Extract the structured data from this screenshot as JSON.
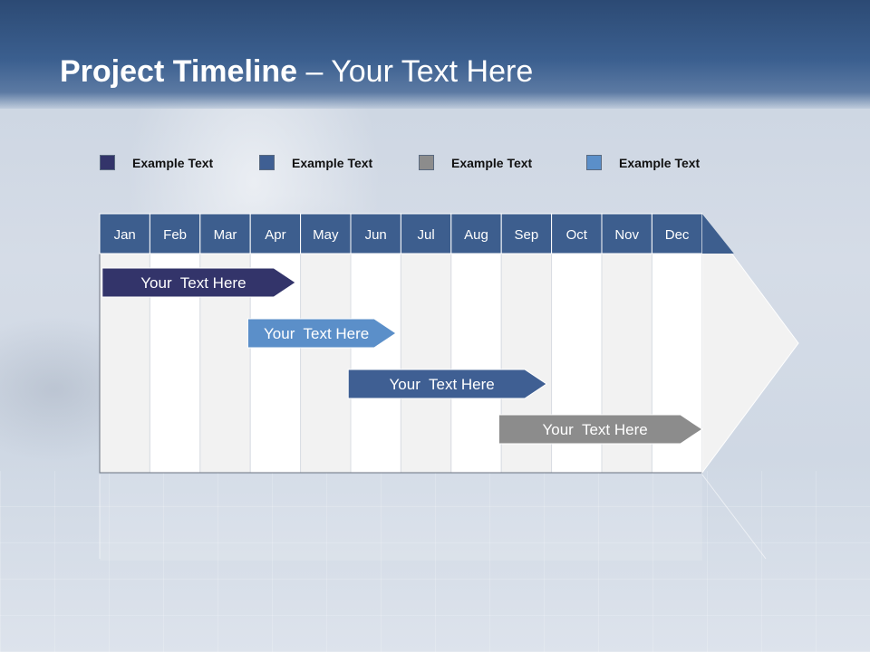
{
  "title": {
    "bold": "Project Timeline",
    "rest": " – Your Text Here"
  },
  "colors": {
    "header": "#355683",
    "month_header": "#3d5e8e",
    "col_light": "#f2f2f2",
    "col_white": "#ffffff",
    "navy": "#33346a",
    "lightblue": "#5b8fc9",
    "blue": "#3f5f93",
    "gray": "#8c8c8c"
  },
  "legend": [
    {
      "label": "Example Text",
      "color": "#33346a"
    },
    {
      "label": "Example Text",
      "color": "#3f5f93"
    },
    {
      "label": "Example Text",
      "color": "#8c8c8c"
    },
    {
      "label": "Example Text",
      "color": "#5b8fc9"
    }
  ],
  "timeline": {
    "months": [
      "Jan",
      "Feb",
      "Mar",
      "Apr",
      "May",
      "Jun",
      "Jul",
      "Aug",
      "Sep",
      "Oct",
      "Nov",
      "Dec"
    ],
    "tasks": [
      {
        "label": "Your  Text Here",
        "start": 0.05,
        "end": 3.9,
        "color": "#33346a"
      },
      {
        "label": "Your  Text Here",
        "start": 2.95,
        "end": 5.9,
        "color": "#5b8fc9"
      },
      {
        "label": "Your  Text Here",
        "start": 4.95,
        "end": 8.9,
        "color": "#3f5f93"
      },
      {
        "label": "Your  Text Here",
        "start": 7.95,
        "end": 12.0,
        "color": "#8c8c8c"
      }
    ]
  }
}
